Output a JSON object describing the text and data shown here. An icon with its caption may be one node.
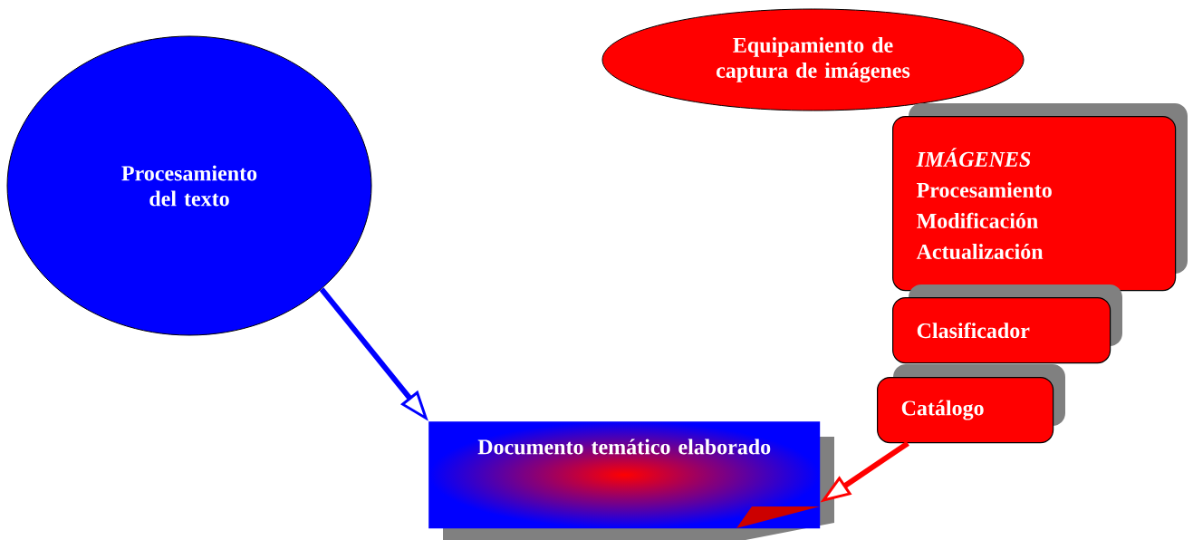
{
  "diagram": {
    "nodes": [
      {
        "text": [
          "Procesamiento del texto"
        ]
      },
      {
        "text": [
          "Equipamiento de captura de imágenes"
        ]
      },
      {
        "text": [
          "IMÁGENES",
          "Procesamiento Modificación Actualización"
        ]
      },
      {
        "text": [
          "Clasificador"
        ]
      },
      {
        "text": [
          "Catálogo"
        ]
      },
      {
        "text": [
          "Documento temático elaborado"
        ]
      }
    ],
    "edges": [
      {
        "from": 0,
        "to": 5,
        "arrow": "to",
        "color": "#0000ff"
      },
      {
        "from": 4,
        "to": 5,
        "arrow": "to",
        "color": "#ff0000"
      }
    ]
  }
}
